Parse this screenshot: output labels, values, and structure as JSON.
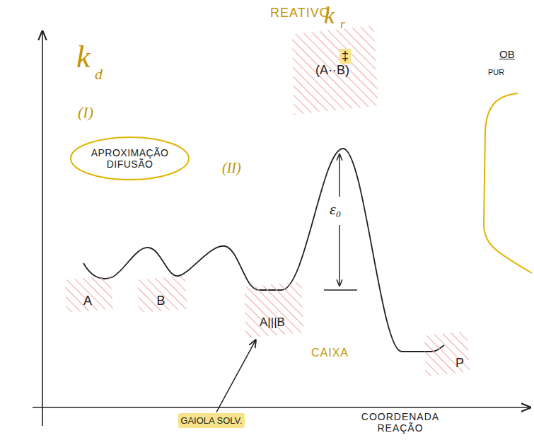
{
  "diagram": {
    "nodes": [
      {
        "text": [
          "(A··B)",
          "‡"
        ]
      },
      {
        "text": [
          "APROXIMAÇÃO DIFUSÃO"
        ]
      },
      {
        "text": [
          "A"
        ]
      },
      {
        "text": [
          "B"
        ]
      },
      {
        "text": [
          "A|||B"
        ]
      },
      {
        "text": [
          "P"
        ]
      },
      {
        "text": [
          "GAIOLA SOLV."
        ]
      }
    ],
    "edges": [
      {
        "from": 6,
        "to": 4,
        "arrow": "to"
      }
    ],
    "labels": [
      "REATIVO",
      "k",
      "r",
      "k",
      "d",
      "OB",
      "PUR",
      "(I)",
      "(II)",
      "ε₀",
      "CAIXA",
      "COORDENADA REAÇÃO"
    ]
  }
}
